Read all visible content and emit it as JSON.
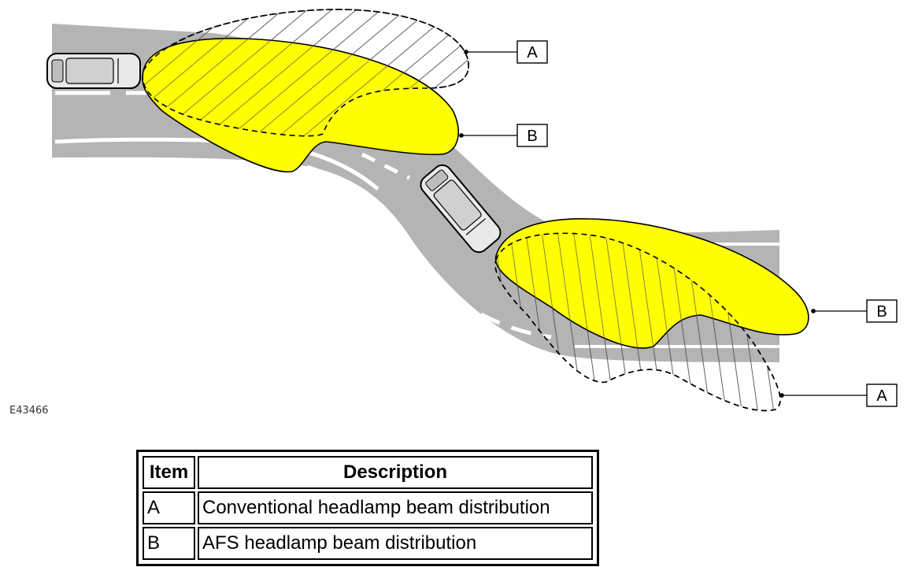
{
  "figure_id": "E43466",
  "callouts": {
    "top_a": "A",
    "top_b": "B",
    "bottom_b": "B",
    "bottom_a": "A"
  },
  "legend": {
    "headers": {
      "item": "Item",
      "description": "Description"
    },
    "rows": [
      {
        "item": "A",
        "description": "Conventional headlamp beam distribution"
      },
      {
        "item": "B",
        "description": "AFS headlamp beam distribution"
      }
    ]
  },
  "colors": {
    "road": "#b4b4b4",
    "afs_beam": "#ffff00",
    "hatch": "#555555",
    "line": "#000000"
  }
}
